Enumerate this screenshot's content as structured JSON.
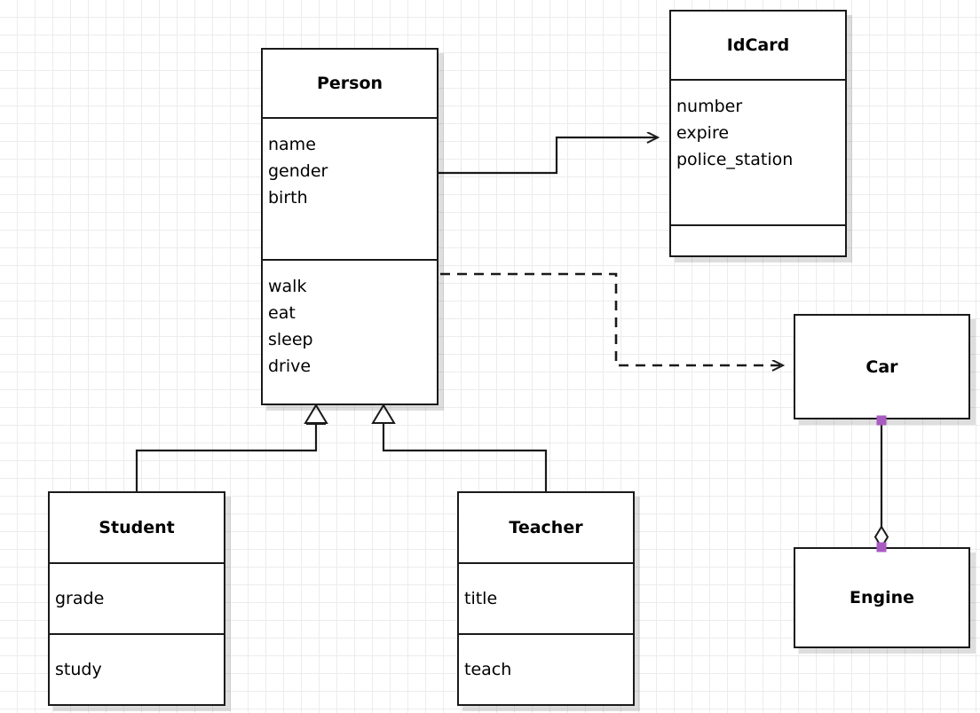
{
  "diagram": {
    "type": "uml-class-diagram",
    "background": "#ffffff",
    "grid_color": "#ececec",
    "line_color": "#1a1a1a",
    "handle_color": "#a85bc0"
  },
  "classes": {
    "person": {
      "name": "Person",
      "attributes": [
        "name",
        "gender",
        "birth"
      ],
      "methods": [
        "walk",
        "eat",
        "sleep",
        "drive"
      ]
    },
    "idcard": {
      "name": "IdCard",
      "attributes": [
        "number",
        "expire",
        "police_station"
      ],
      "methods": []
    },
    "student": {
      "name": "Student",
      "attributes": [
        "grade"
      ],
      "methods": [
        "study"
      ]
    },
    "teacher": {
      "name": "Teacher",
      "attributes": [
        "title"
      ],
      "methods": [
        "teach"
      ]
    },
    "car": {
      "name": "Car",
      "attributes": [],
      "methods": []
    },
    "engine": {
      "name": "Engine",
      "attributes": [],
      "methods": []
    }
  },
  "relationships": [
    {
      "id": "person-idcard",
      "kind": "association",
      "from": "Person",
      "to": "IdCard",
      "style": "solid",
      "arrow": "open"
    },
    {
      "id": "person-car",
      "kind": "dependency",
      "from": "Person",
      "to": "Car",
      "style": "dashed",
      "arrow": "open"
    },
    {
      "id": "student-person",
      "kind": "generalization",
      "from": "Student",
      "to": "Person",
      "style": "solid",
      "arrow": "hollow-triangle"
    },
    {
      "id": "teacher-person",
      "kind": "generalization",
      "from": "Teacher",
      "to": "Person",
      "style": "solid",
      "arrow": "hollow-triangle"
    },
    {
      "id": "car-engine",
      "kind": "aggregation",
      "from": "Car",
      "to": "Engine",
      "style": "solid",
      "arrow": "hollow-diamond"
    }
  ]
}
